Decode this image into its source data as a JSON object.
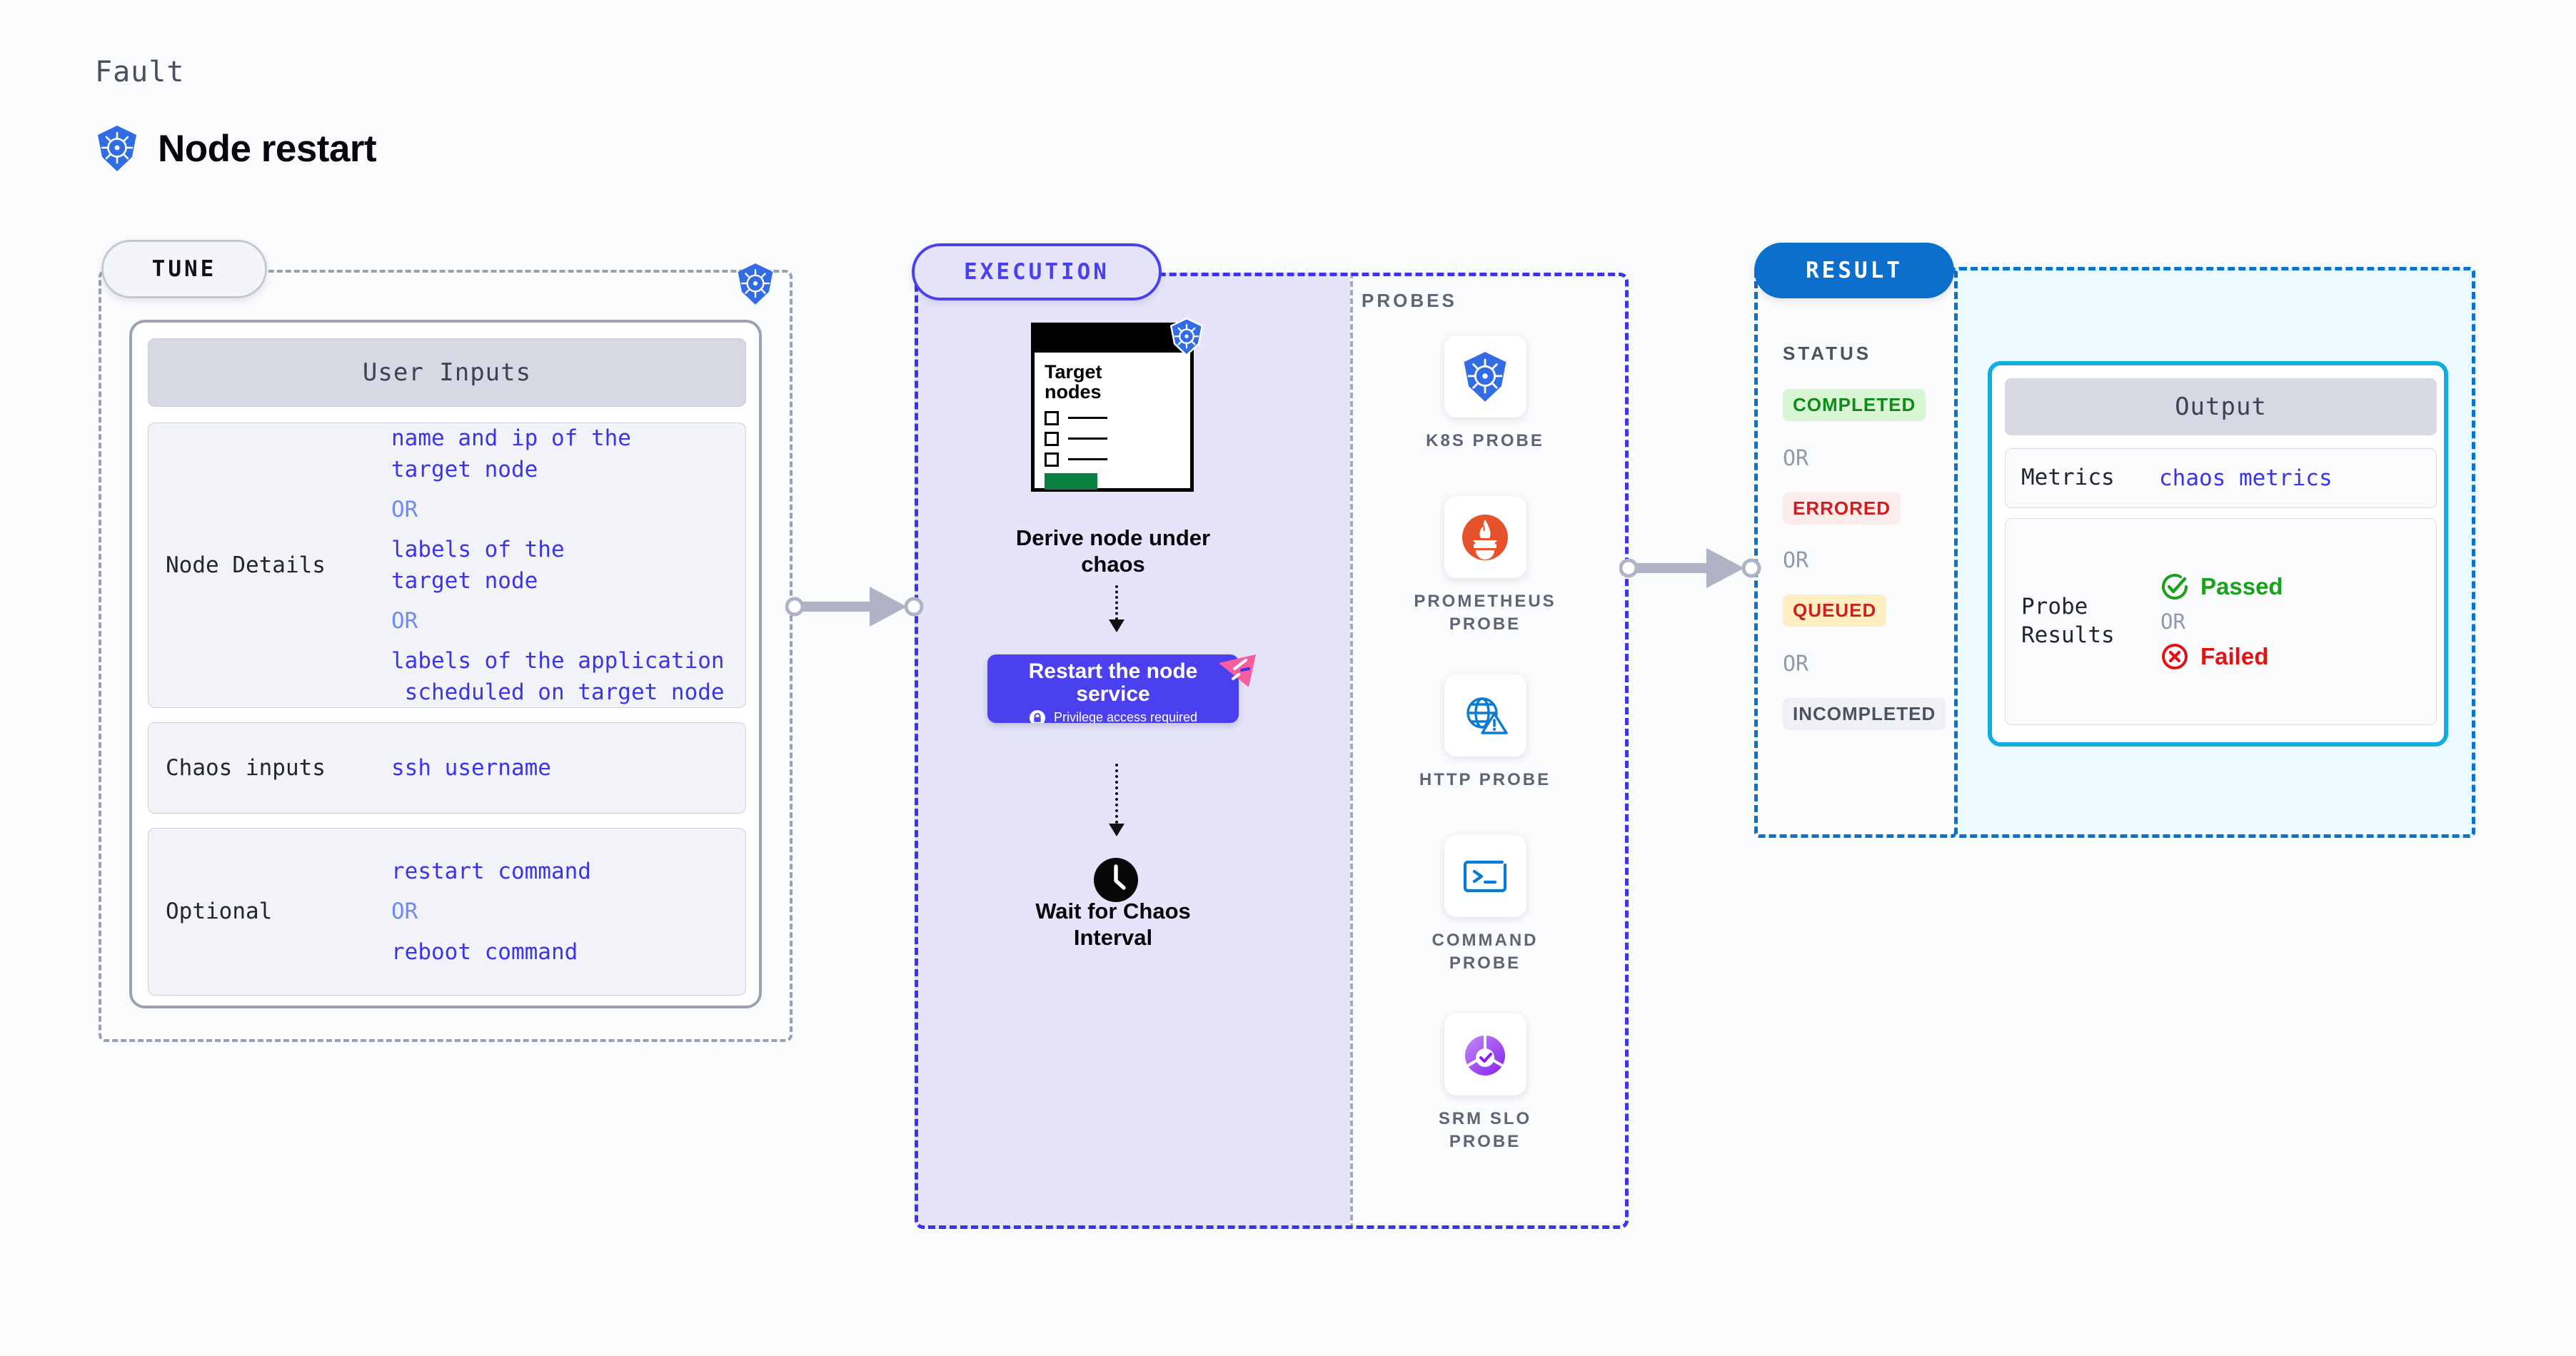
{
  "header": {
    "kicker": "Fault",
    "title": "Node restart",
    "icon": "kubernetes-icon"
  },
  "tune": {
    "pill_label": "TUNE",
    "badge_icon": "kubernetes-icon",
    "card_title": "User Inputs",
    "rows": [
      {
        "label": "Node Details",
        "values": [
          "name and ip of the\ntarget node",
          "labels of the\ntarget node",
          "labels of the application\n scheduled on target node"
        ],
        "separator": "OR"
      },
      {
        "label": "Chaos inputs",
        "values": [
          "ssh username"
        ],
        "separator": ""
      },
      {
        "label": "Optional",
        "values": [
          "restart command",
          "reboot command"
        ],
        "separator": "OR"
      }
    ]
  },
  "execution": {
    "pill_label": "EXECUTION",
    "sheet": {
      "title": "Target\nnodes",
      "icon": "kubernetes-icon"
    },
    "step1_caption": "Derive node under\nchaos",
    "step2": {
      "title": "Restart the node\nservice",
      "privilege_note": "Privilege access required",
      "privilege_icon": "lock-icon",
      "corner_icon": "tools-icon",
      "color": "#4b40ef"
    },
    "step3": {
      "icon": "clock-icon",
      "caption": "Wait for Chaos\nInterval"
    }
  },
  "probes": {
    "section_label": "PROBES",
    "items": [
      {
        "name": "K8S PROBE",
        "icon": "kubernetes-icon"
      },
      {
        "name": "PROMETHEUS\nPROBE",
        "icon": "prometheus-icon"
      },
      {
        "name": "HTTP PROBE",
        "icon": "globe-warning-icon"
      },
      {
        "name": "COMMAND\nPROBE",
        "icon": "terminal-icon"
      },
      {
        "name": "SRM SLO\nPROBE",
        "icon": "srm-slo-icon"
      }
    ]
  },
  "result": {
    "pill_label": "RESULT",
    "status_label": "STATUS",
    "separator": "OR",
    "statuses": [
      {
        "label": "COMPLETED",
        "text_color": "#0f8a1b",
        "bg_color": "#d8f5d4"
      },
      {
        "label": "ERRORED",
        "text_color": "#cc1f1f",
        "bg_color": "#fdecec"
      },
      {
        "label": "QUEUED",
        "text_color": "#cc1f1f",
        "bg_color": "#fdefc2"
      },
      {
        "label": "INCOMPLETED",
        "text_color": "#4c5260",
        "bg_color": "#f0f1f6"
      }
    ],
    "output": {
      "title": "Output",
      "metrics_label": "Metrics",
      "metrics_value": "chaos metrics",
      "probe_results_label": "Probe\nResults",
      "passed_label": "Passed",
      "passed_color": "#1aa01a",
      "failed_label": "Failed",
      "failed_color": "#e01414",
      "separator": "OR",
      "passed_icon": "check-circle-icon",
      "failed_icon": "x-circle-icon"
    }
  },
  "connectors": {
    "arrow_color": "#b0b2c6",
    "count": 2
  },
  "colors": {
    "page_bg": "#fafbfd",
    "tune_dash": "#9aa0ae",
    "exec_dash": "#3b34e8",
    "exec_fill": "#e5e4fb",
    "result_dash": "#0b72cf",
    "result_fill": "#eafaff",
    "output_border": "#12ade0",
    "mono_value": "#3b34e8"
  }
}
